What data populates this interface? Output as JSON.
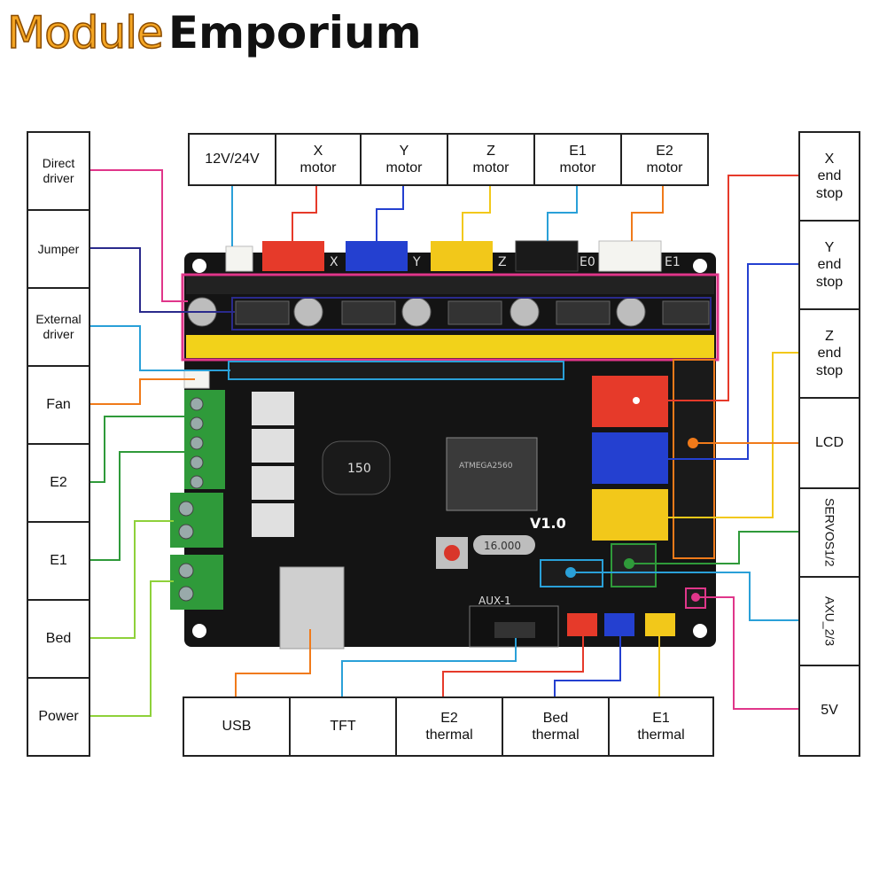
{
  "brand": {
    "part1": "Module",
    "part2": "Emporium"
  },
  "top_labels": [
    "12V/24V",
    "X\nmotor",
    "Y\nmotor",
    "Z\nmotor",
    "E1\nmotor",
    "E2\nmotor"
  ],
  "left_labels": [
    "Direct\ndriver",
    "Jumper",
    "External\ndriver",
    "Fan",
    "E2",
    "E1",
    "Bed",
    "Power"
  ],
  "right_labels": [
    "X\nend\nstop",
    "Y\nend\nstop",
    "Z\nend\nstop",
    "LCD",
    "SERVOS1/2",
    "AXU_2/3",
    "5V"
  ],
  "bottom_labels": [
    "USB",
    "TFT",
    "E2\nthermal",
    "Bed\nthermal",
    "E1\nthermal"
  ],
  "board": {
    "mcu_text": "ATMEGA2560",
    "version": "V1.0",
    "inductor": "150",
    "crystal": "16.000",
    "aux1": "AUX-1",
    "axis_letters": [
      "X",
      "Y",
      "Z",
      "E0",
      "E1"
    ]
  },
  "colors": {
    "pink": "#e0368a",
    "navy": "#2a2a8c",
    "sky": "#2aa0d8",
    "orange": "#f07a1a",
    "green": "#2f9a3a",
    "lime": "#8ed13a",
    "red": "#e63a2a",
    "blue": "#2440d0",
    "yellow": "#f2c81a",
    "board": "#141414"
  }
}
